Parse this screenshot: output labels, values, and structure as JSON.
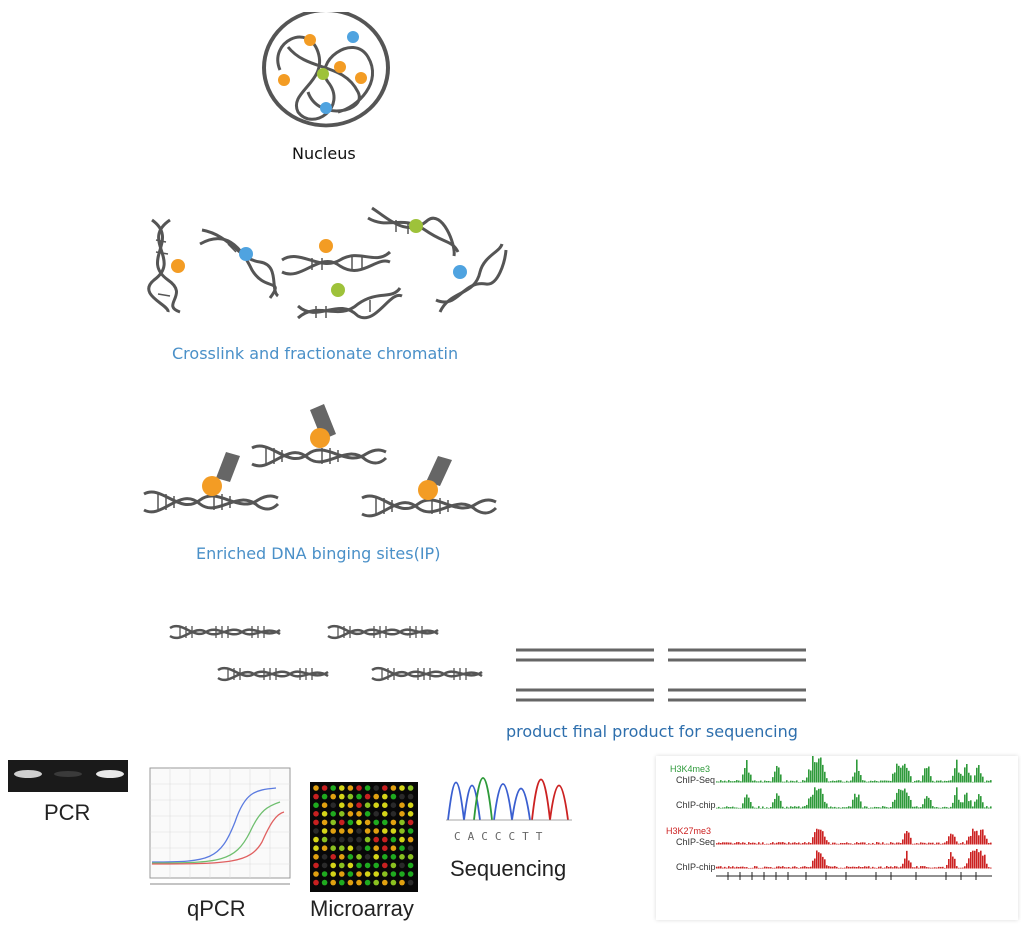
{
  "steps": {
    "nucleus_label": "Nucleus",
    "crosslink_label": "Crosslink and fractionate chromatin",
    "enriched_label": "Enriched DNA binging sites(IP)",
    "final_label": "product final product for sequencing"
  },
  "methods": {
    "pcr": "PCR",
    "qpcr": "qPCR",
    "microarray": "Microarray",
    "sequencing": "Sequencing",
    "sequence_letters": "CACCCTT"
  },
  "tracks": {
    "mark1": "H3K4me3",
    "mark2": "H3K27me3",
    "row_seq": "ChIP-Seq",
    "row_chip": "ChIP-chip"
  },
  "colors": {
    "orange": "#f39c24",
    "blue": "#4fa3e0",
    "green": "#9ec23a",
    "dna": "#555555",
    "label_blue": "#4a90c8",
    "track_green": "#2e9a3a",
    "track_red": "#cc2222"
  }
}
